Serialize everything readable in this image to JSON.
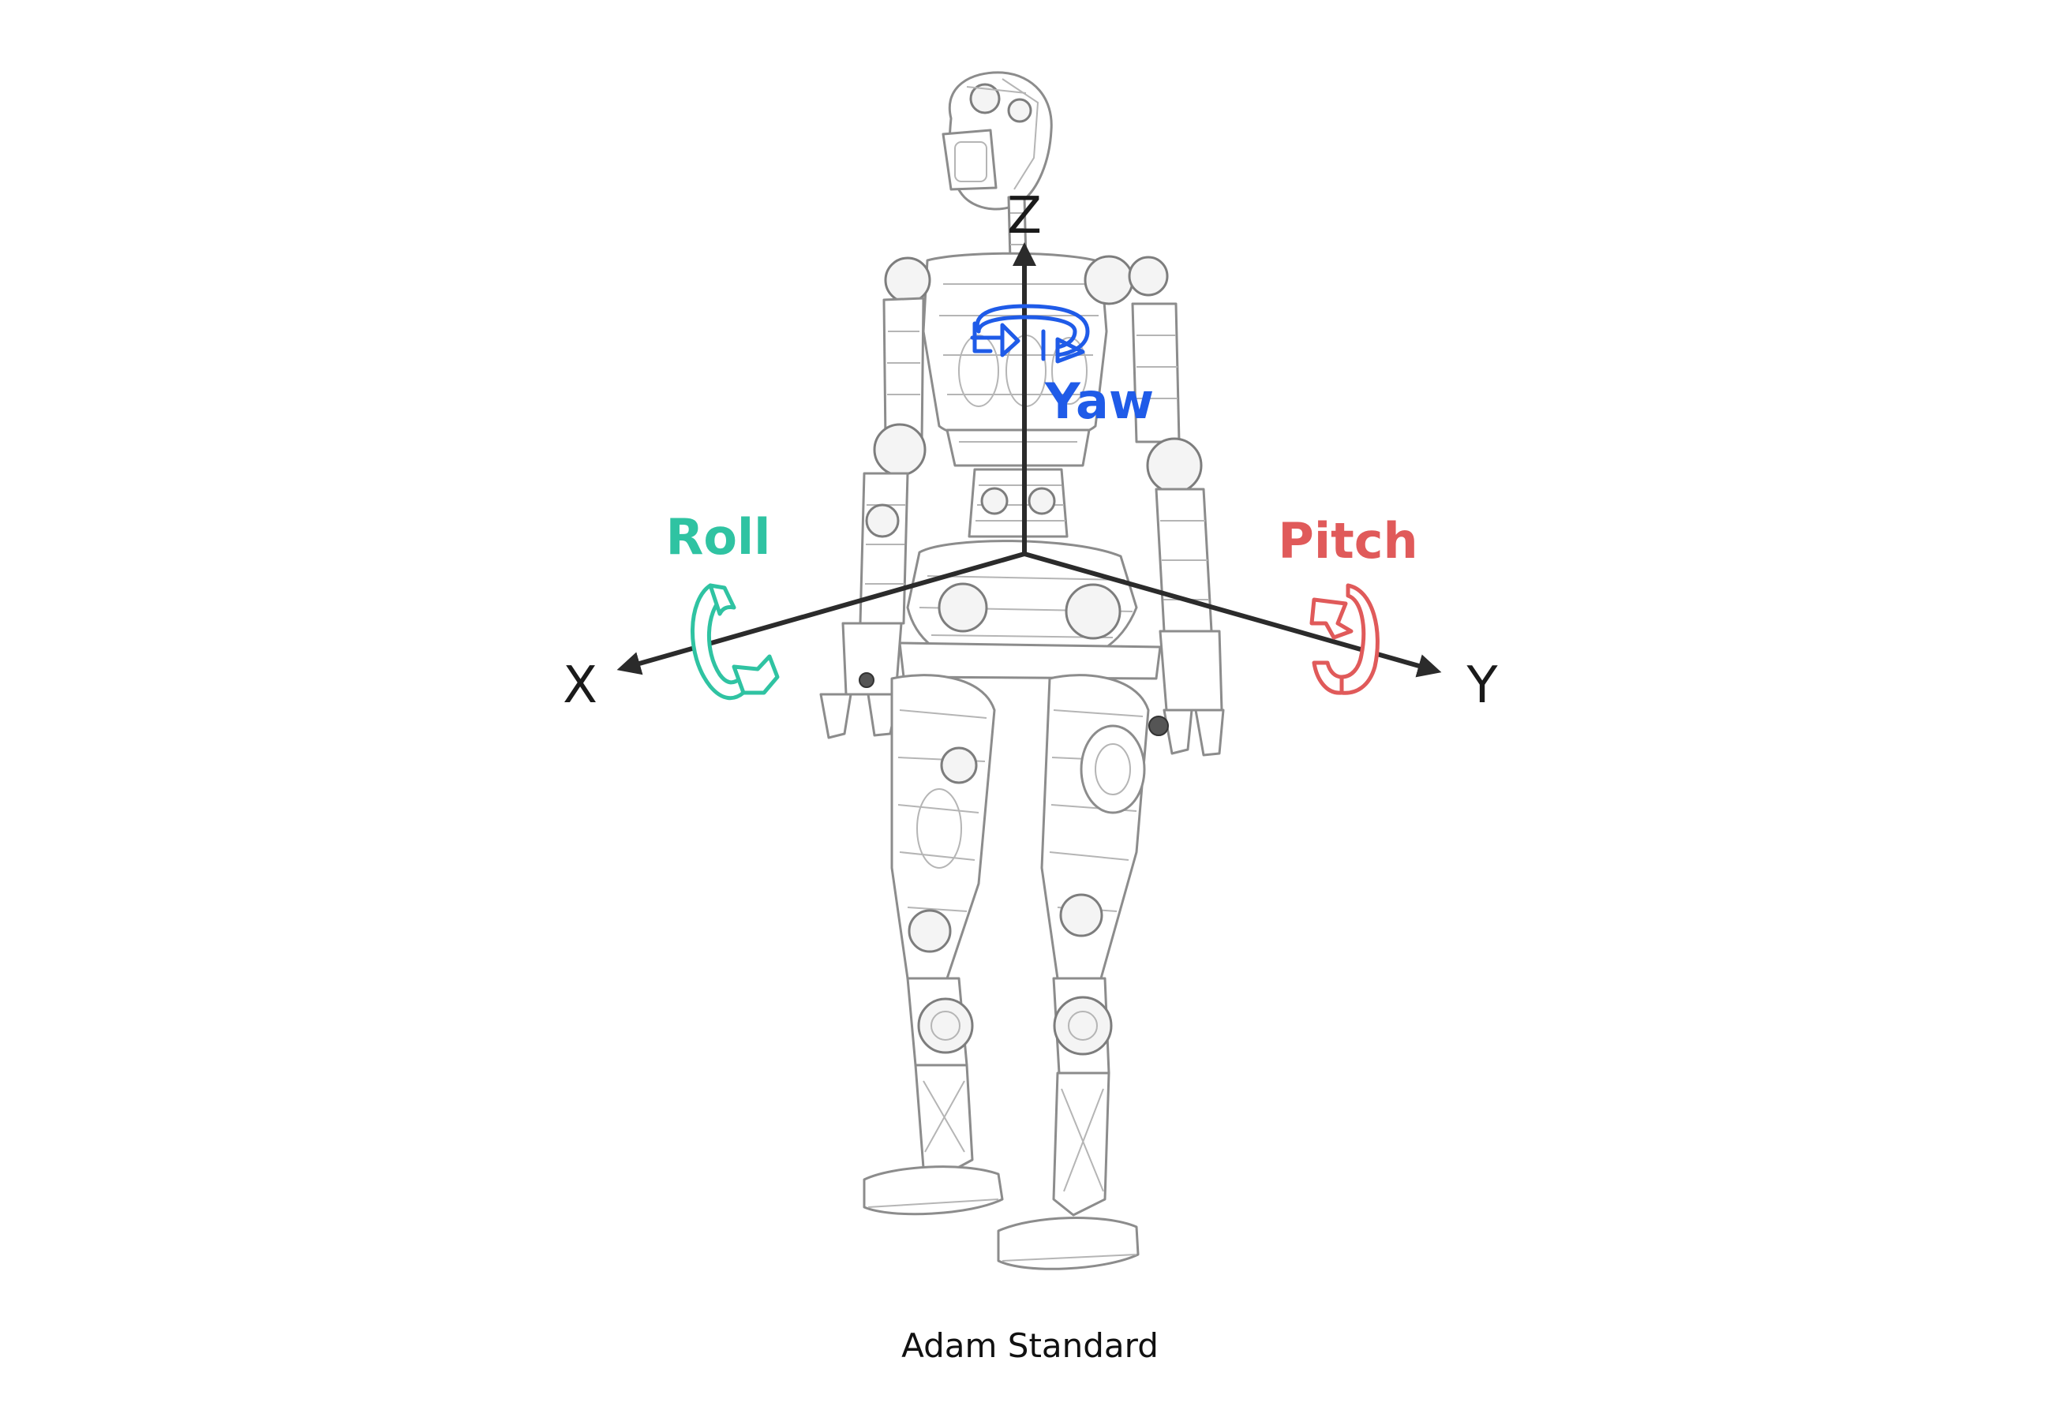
{
  "axes": {
    "x_label": "X",
    "y_label": "Y",
    "z_label": "Z"
  },
  "rotations": {
    "roll_label": "Roll",
    "pitch_label": "Pitch",
    "yaw_label": "Yaw"
  },
  "caption": "Adam Standard",
  "colors": {
    "roll": "#2fc3a2",
    "pitch": "#e05a5a",
    "yaw": "#1f5be8",
    "axis": "#2b2b2b"
  },
  "icons": {
    "roll": "curved-rotation-arrow",
    "pitch": "curved-rotation-arrow",
    "yaw": "circular-rotation-arrow"
  }
}
